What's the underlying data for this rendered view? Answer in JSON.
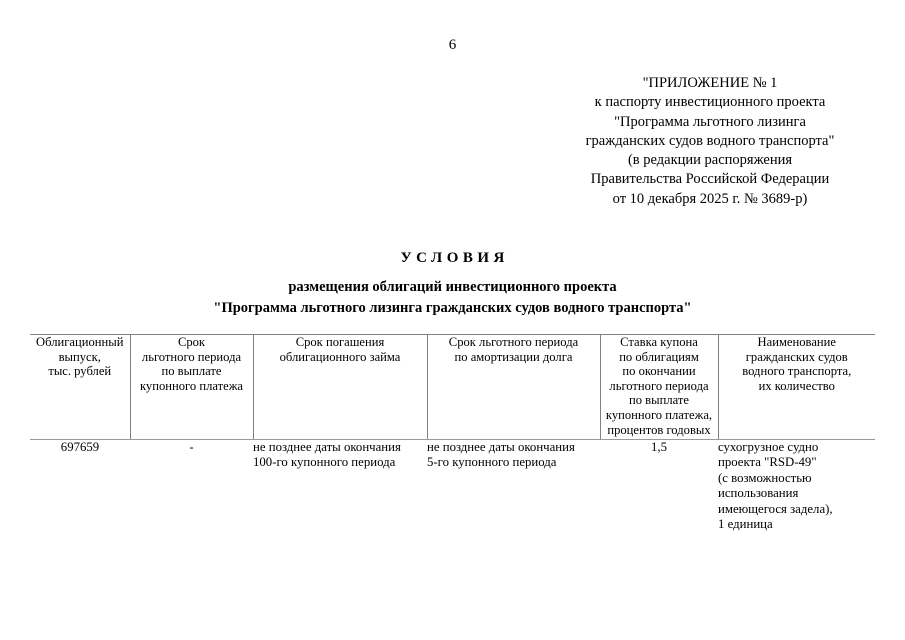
{
  "page": {
    "number": "6"
  },
  "appendix": {
    "lines": [
      "\"ПРИЛОЖЕНИЕ № 1",
      "к паспорту инвестиционного проекта",
      "\"Программа льготного лизинга",
      "гражданских судов водного транспорта\"",
      "(в редакции распоряжения",
      "Правительства Российской Федерации",
      "от 10 декабря 2025 г. № 3689-р)"
    ]
  },
  "title": {
    "main": "УСЛОВИЯ",
    "subtitle_line1": "размещения облигаций инвестиционного проекта",
    "subtitle_line2": "\"Программа льготного лизинга гражданских судов водного транспорта\""
  },
  "table": {
    "headers": [
      {
        "lines": [
          "Облигационный",
          "выпуск,",
          "тыс. рублей"
        ]
      },
      {
        "lines": [
          "Срок",
          "льготного периода",
          "по выплате",
          "купонного платежа"
        ]
      },
      {
        "lines": [
          "Срок погашения",
          "облигационного займа"
        ]
      },
      {
        "lines": [
          "Срок льготного периода",
          "по амортизации долга"
        ]
      },
      {
        "lines": [
          "Ставка купона",
          "по облигациям",
          "по окончании",
          "льготного периода",
          "по выплате",
          "купонного платежа,",
          "процентов годовых"
        ]
      },
      {
        "lines": [
          "Наименование",
          "гражданских судов",
          "водного транспорта,",
          "их количество"
        ]
      }
    ],
    "rows": [
      {
        "bond_issue": "697659",
        "grace_period_coupon": "-",
        "redemption_term": [
          "не позднее даты окончания",
          "100-го купонного периода"
        ],
        "grace_period_amortization": [
          "не позднее даты окончания",
          "5-го купонного периода"
        ],
        "coupon_rate": "1,5",
        "vessel_name": [
          "сухогрузное судно",
          "проекта \"RSD-49\"",
          "(с возможностью",
          "использования",
          "имеющегося задела),",
          "1 единица"
        ]
      }
    ]
  }
}
